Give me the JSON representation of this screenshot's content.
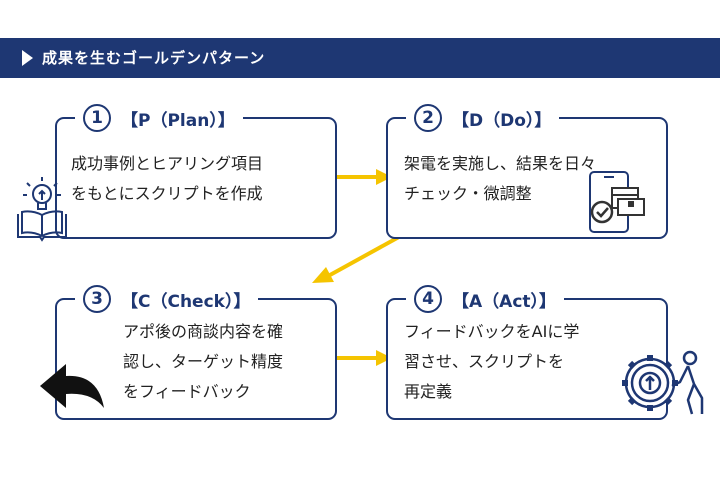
{
  "header": {
    "title": "成果を生むゴールデンパターン"
  },
  "steps": [
    {
      "number": "1",
      "title": "【P（Plan）】",
      "lines": [
        "成功事例とヒアリング項目",
        "をもとにスクリプトを作成"
      ],
      "icon": "lightbulb-book-icon"
    },
    {
      "number": "2",
      "title": "【D（Do）】",
      "lines": [
        "架電を実施し、結果を日々",
        "チェック・微調整"
      ],
      "icon": "checked-boxes-tablet-icon"
    },
    {
      "number": "3",
      "title": "【C（Check）】",
      "lines": [
        "アポ後の商談内容を確",
        "認し、ターゲット精度",
        "をフィードバック"
      ],
      "icon": "curved-back-arrow-icon"
    },
    {
      "number": "4",
      "title": "【A（Act）】",
      "lines": [
        "フィードバックをAIに学",
        "習させ、スクリプトを",
        "再定義"
      ],
      "icon": "person-pushing-gear-icon"
    }
  ],
  "colors": {
    "navy": "#1e3773",
    "arrow": "#f5c400",
    "text": "#222222"
  }
}
